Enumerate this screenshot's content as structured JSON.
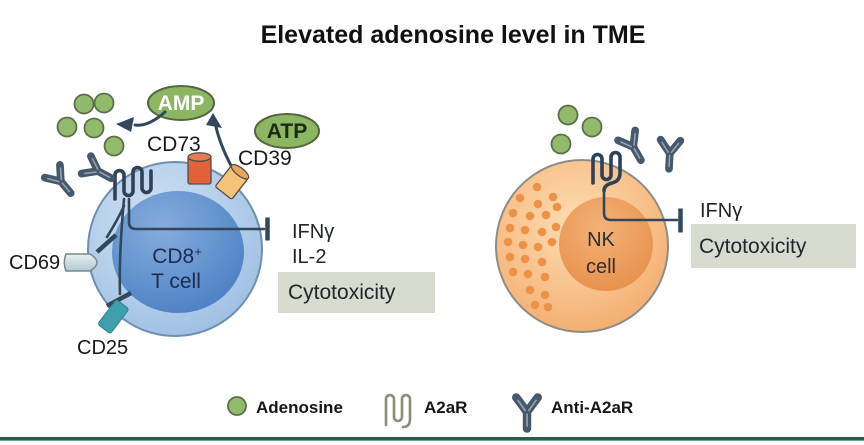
{
  "title": "Elevated adenosine level in TME",
  "colors": {
    "adenosine": "#92ba6b",
    "metabolite_oval": "#8cb662",
    "signal": "#32465c",
    "cd73_receptor": "#e2613a",
    "cd73_top": "#ea7a50",
    "cd39_receptor": "#f4c377",
    "cd39_top": "#e9a65b",
    "cd25_receptor": "#3f9fae",
    "cd69_receptor": "#cdd9de",
    "tcell_body": "#aecbe9",
    "tcell_nucleus": "#5583c6",
    "nkcell_body": "#f6ba80",
    "nkcell_nucleus": "#ea9350",
    "granule": "#ec9146",
    "cytotoxicity_box": "#d8dbd0",
    "bottom_bar": "#226049"
  },
  "tcell": {
    "name_main": "CD8",
    "name_sup": "+",
    "name_sub": "T cell",
    "receptor_cd73": "CD73",
    "receptor_cd39": "CD39",
    "receptor_cd69": "CD69",
    "receptor_cd25": "CD25",
    "metabolite_amp": "AMP",
    "metabolite_atp": "ATP",
    "output_ifng": "IFNγ",
    "output_il2": "IL-2",
    "output_cytotoxicity": "Cytotoxicity"
  },
  "nkcell": {
    "name_line1": "NK",
    "name_line2": "cell",
    "output_ifng": "IFNγ",
    "output_cytotoxicity": "Cytotoxicity"
  },
  "legend": {
    "adenosine_label": "Adenosine",
    "a2ar_label": "A2aR",
    "anti_a2ar_label": "Anti-A2aR"
  }
}
